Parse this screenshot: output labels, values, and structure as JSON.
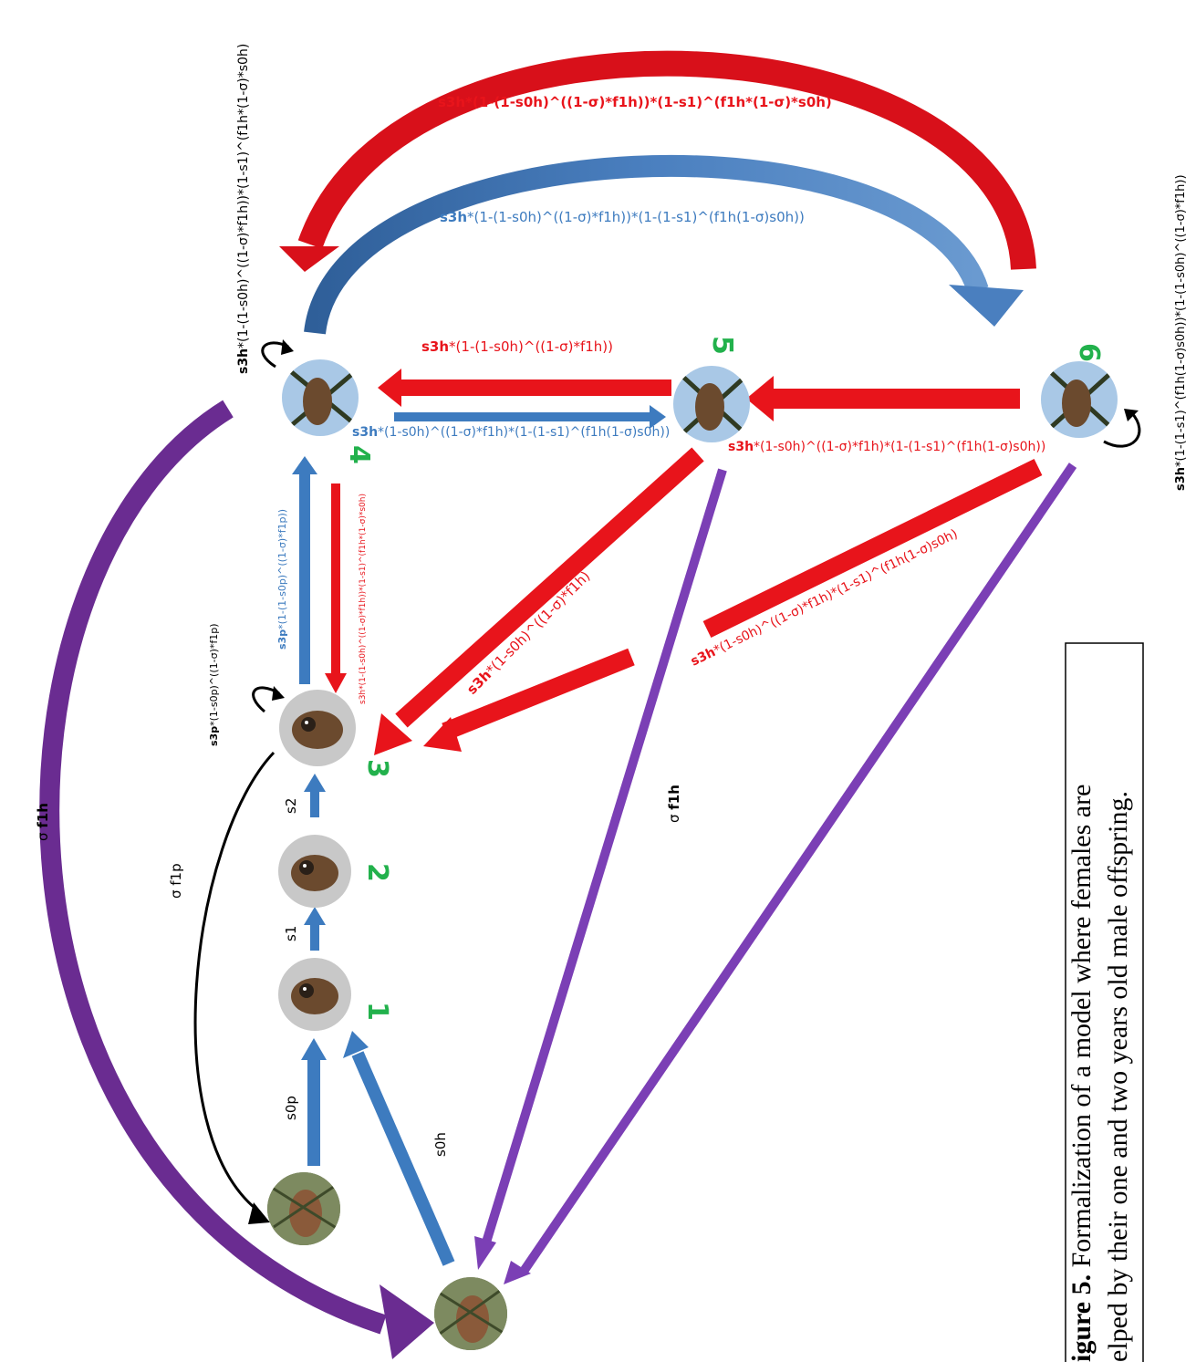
{
  "nodes": [
    {
      "id": "n1",
      "label": "1",
      "image": "bird-photo"
    },
    {
      "id": "n2",
      "label": "2",
      "image": "bird-photo"
    },
    {
      "id": "n3",
      "label": "3",
      "image": "bird-photo"
    },
    {
      "id": "n4",
      "label": "4",
      "image": "bird-photo"
    },
    {
      "id": "n5",
      "label": "5",
      "image": "bird-photo"
    },
    {
      "id": "n6",
      "label": "6",
      "image": "bird-photo"
    },
    {
      "id": "nest_p",
      "label": "",
      "image": "bird-photo"
    },
    {
      "id": "nest_h",
      "label": "",
      "image": "bird-photo"
    }
  ],
  "edges": {
    "e6to4_top": {
      "pre": "s3h*(1-(1-s0h)^((1-σ)*f1h))*(1-s1)^(f1h*(1-σ)*s0h)",
      "color": "#e8141b"
    },
    "e4to6_arc": {
      "pre": "s3h",
      "rest": "*(1-(1-s0h)^((1-σ)*f1h))*(1-(1-s1)^(f1h(1-σ)s0h))",
      "color": "#3d7bbf"
    },
    "e5to4": {
      "pre": "s3h",
      "rest": "*(1-(1-s0h)^((1-σ)*f1h))",
      "color": "#e8141b"
    },
    "e4to5": {
      "pre": "s3h",
      "rest": "*(1-s0h)^((1-σ)*f1h)*(1-(1-s1)^(f1h(1-σ)s0h))",
      "color": "#3d7bbf"
    },
    "e6to5": {
      "pre": "s3h",
      "rest": "*(1-s0h)^((1-σ)*f1h)*(1-(1-s1)^(f1h(1-σ)s0h))",
      "color": "#e8141b"
    },
    "e5to3": {
      "pre": "s3h",
      "rest": "*(1-s0h)^((1-σ)*f1h)",
      "color": "#e8141b"
    },
    "e6to3": {
      "pre": "s3h",
      "rest": "*(1-s0h)^((1-σ)*f1h)*(1-s1)^(f1h(1-σ)s0h)",
      "color": "#e8141b"
    },
    "e4to3": {
      "pre": "s3h*(1-(1-s0h)^((1-σ)*f1h))*(1-s1)^(f1h*(1-σ)*s0h)",
      "color": "#e8141b"
    },
    "e3to4": {
      "pre": "s3p",
      "rest": "*(1-(1-s0p)^((1-σ)*f1p))",
      "color": "#3d7bbf"
    },
    "loop3": {
      "pre": "s3p",
      "rest": "*(1-s0p)^((1-σ)*f1p)",
      "color": "#000000"
    },
    "loop4": {
      "pre": "s3h",
      "rest": "*(1-(1-s0h)^((1-σ)*f1h))*(1-s1)^(f1h*(1-σ)*s0h)",
      "color": "#000000"
    },
    "loop6": {
      "pre": "s3h",
      "rest": "*(1-(1-s1)^(f1h(1-σ)s0h))*(1-(1-s0h)^((1-σ)*f1h))",
      "color": "#000000"
    },
    "s0p": {
      "pre": "s0p",
      "color": "#3d7bbf"
    },
    "s1": {
      "pre": "s1",
      "color": "#3d7bbf"
    },
    "s2": {
      "pre": "s2",
      "color": "#3d7bbf"
    },
    "s0h": {
      "pre": "s0h",
      "color": "#3d7bbf"
    },
    "f1p": {
      "pre": "σ f1p",
      "color": "#000000"
    },
    "f1h_left": {
      "pre": "σ ",
      "bold": "f1h",
      "color": "#6a2c91"
    },
    "f1h_mid": {
      "pre": "σ ",
      "bold": "f1h",
      "color": "#7b3fb5"
    }
  },
  "caption": {
    "bold": "igure 5.",
    "line1_rest": " Formalization of a model where females are",
    "line2": "elped by their one and two years old male offspring."
  }
}
